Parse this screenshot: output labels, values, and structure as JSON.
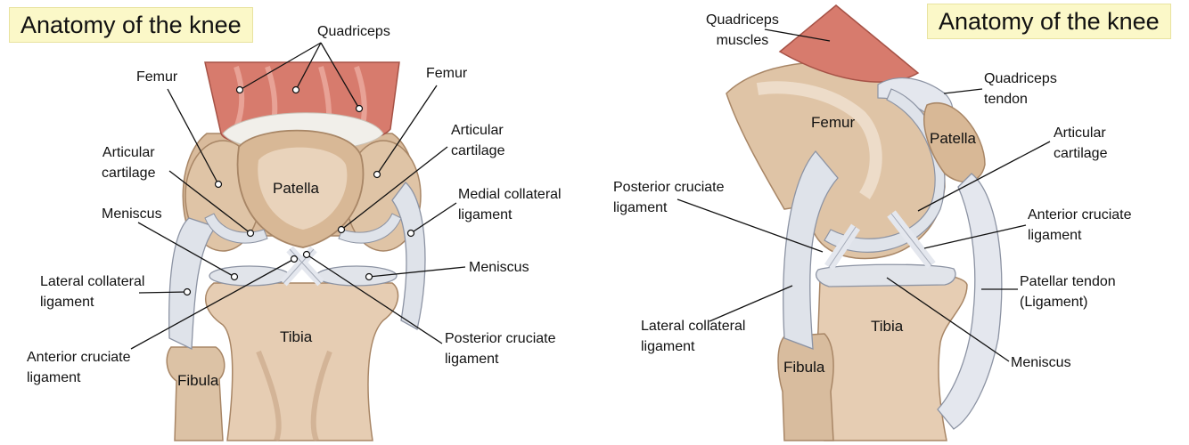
{
  "left_panel": {
    "title": "Anatomy of the knee",
    "labels": {
      "quadriceps": "Quadriceps",
      "femur_left": "Femur",
      "femur_right": "Femur",
      "articular_cartilage_left": "Articular\ncartilage",
      "articular_cartilage_right": "Articular\ncartilage",
      "patella": "Patella",
      "medial_collateral_ligament": "Medial collateral\nligament",
      "meniscus_left": "Meniscus",
      "meniscus_right": "Meniscus",
      "lateral_collateral_ligament": "Lateral collateral\nligament",
      "tibia": "Tibia",
      "anterior_cruciate_ligament": "Anterior cruciate\nligament",
      "posterior_cruciate_ligament": "Posterior cruciate\nligament",
      "fibula": "Fibula"
    }
  },
  "right_panel": {
    "title": "Anatomy of the knee",
    "labels": {
      "quadriceps_muscles": "Quadriceps\nmuscles",
      "quadriceps_tendon": "Quadriceps\ntendon",
      "femur": "Femur",
      "patella": "Patella",
      "articular_cartilage": "Articular\ncartilage",
      "posterior_cruciate_ligament": "Posterior cruciate\nligament",
      "anterior_cruciate_ligament": "Anterior cruciate\nligament",
      "patellar_tendon": "Patellar tendon\n(Ligament)",
      "lateral_collateral_ligament": "Lateral collateral\nligament",
      "tibia": "Tibia",
      "meniscus": "Meniscus",
      "fibula": "Fibula"
    }
  },
  "colors": {
    "title_background": "#fbf8c8",
    "bone": "#e9d3bb",
    "bone_shadow": "#c6a484",
    "muscle": "#d9786c",
    "cartilage": "#d7dce6",
    "ligament": "#e4e7ee"
  }
}
